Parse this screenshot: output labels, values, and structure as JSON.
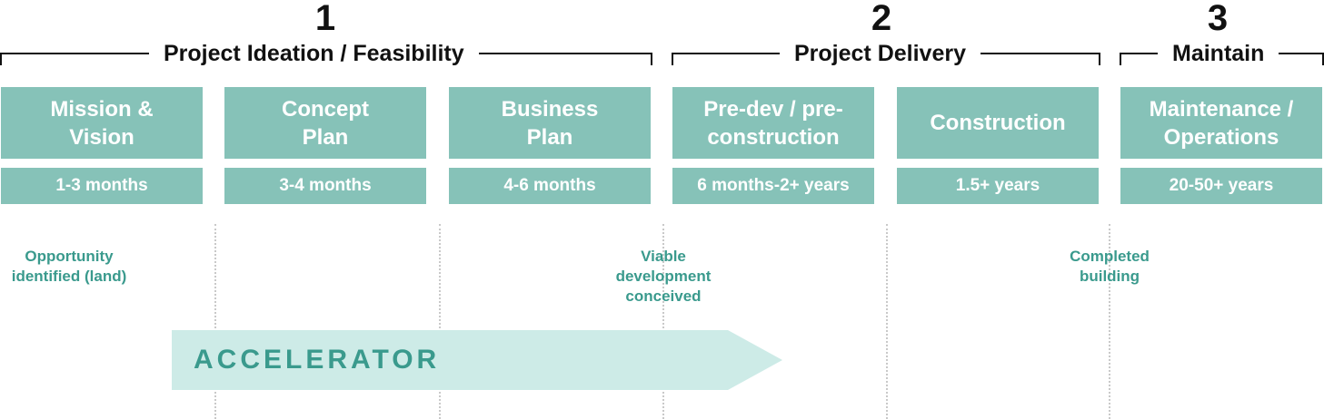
{
  "phases": [
    {
      "number": "1",
      "label": "Project Ideation / Feasibility"
    },
    {
      "number": "2",
      "label": "Project Delivery"
    },
    {
      "number": "3",
      "label": "Maintain"
    }
  ],
  "stages": [
    {
      "title": "Mission &\nVision",
      "duration": "1-3 months"
    },
    {
      "title": "Concept\nPlan",
      "duration": "3-4 months"
    },
    {
      "title": "Business\nPlan",
      "duration": "4-6 months"
    },
    {
      "title": "Pre-dev / pre-\nconstruction",
      "duration": "6 months-2+ years"
    },
    {
      "title": "Construction",
      "duration": "1.5+ years"
    },
    {
      "title": "Maintenance /\nOperations",
      "duration": "20-50+ years"
    }
  ],
  "milestones": [
    {
      "text": "Opportunity\nidentified (land)"
    },
    {
      "text": "Viable\ndevelopment\nconceived"
    },
    {
      "text": "Completed\nbuilding"
    }
  ],
  "accelerator": {
    "label": "ACCELERATOR"
  },
  "colors": {
    "box_fill": "#86c2b8",
    "box_text": "#ffffff",
    "milestone_text": "#3a9a8d",
    "accelerator_fill": "#cdebe7",
    "accelerator_text": "#3a9a8d",
    "heading_text": "#111111",
    "divider": "#c9c9c9"
  }
}
